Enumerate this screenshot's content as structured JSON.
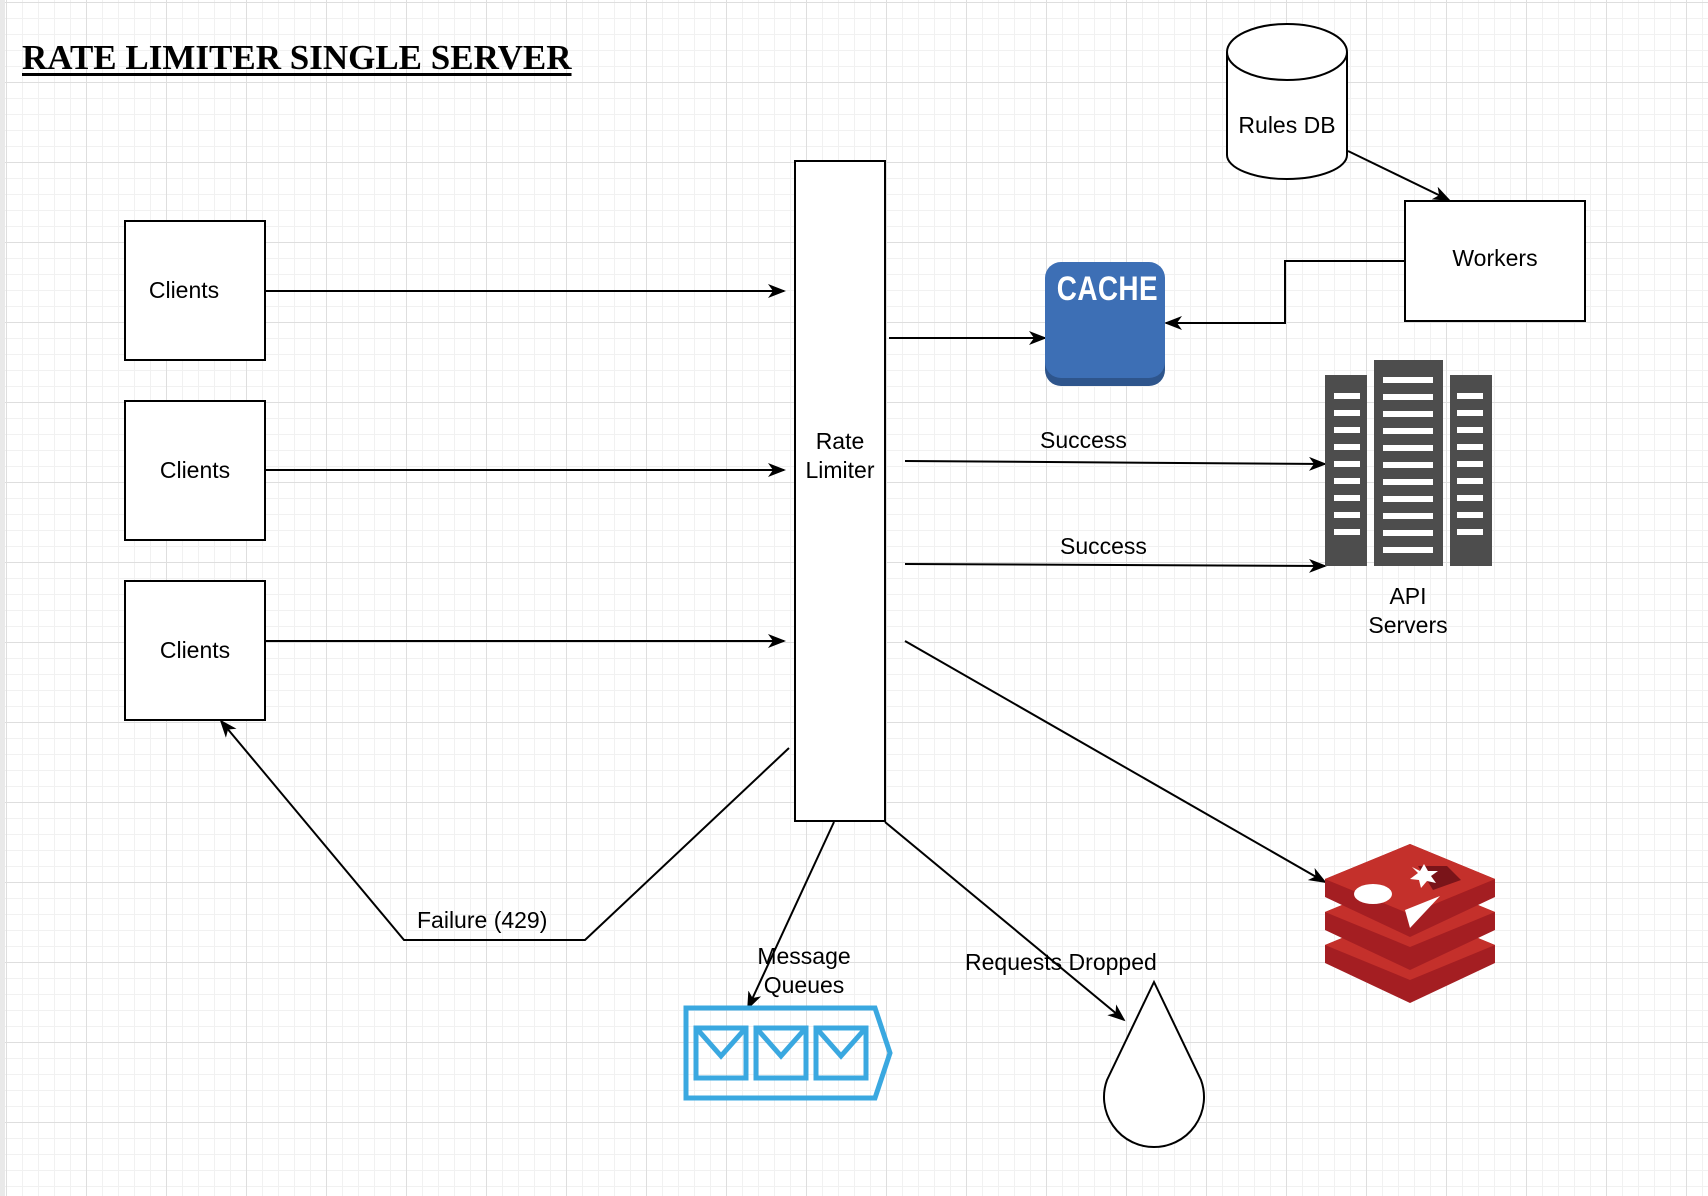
{
  "title": "RATE LIMITER SINGLE SERVER",
  "nodes": {
    "client_1": "Clients",
    "client_2": "Clients",
    "client_3": "Clients",
    "rate_limiter": "Rate\nLimiter",
    "rules_db": "Rules DB",
    "workers": "Workers",
    "cache": "CACHE",
    "api_servers": "API\nServers",
    "message_queues": "Message\nQueues",
    "requests_dropped": "Requests Dropped"
  },
  "edges": {
    "success_1": "Success",
    "success_2": "Success",
    "failure": "Failure (429)"
  },
  "icons": {
    "cache": "cache-icon",
    "api_servers": "server-rack-icon",
    "redis": "redis-icon",
    "message_queue": "message-queue-icon",
    "drop": "water-drop-icon",
    "database": "database-cylinder-icon"
  },
  "colors": {
    "cache": "#3d6fb5",
    "server": "#4d4d4d",
    "redis": "#c4302b",
    "queue": "#3aa8e0"
  }
}
